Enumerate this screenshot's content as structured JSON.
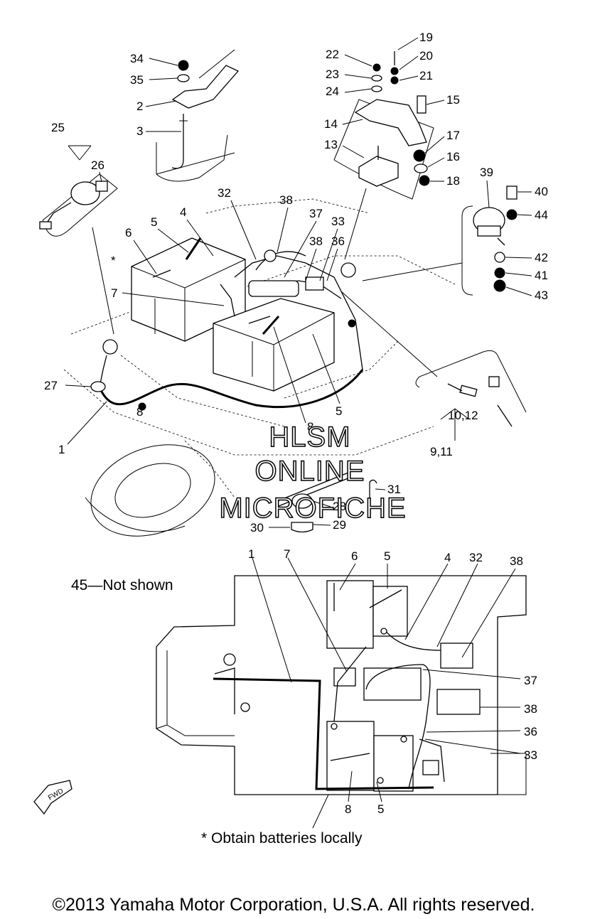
{
  "callouts": [
    {
      "id": "34",
      "text": "34"
    },
    {
      "id": "35",
      "text": "35"
    },
    {
      "id": "2",
      "text": "2"
    },
    {
      "id": "3",
      "text": "3"
    },
    {
      "id": "25",
      "text": "25"
    },
    {
      "id": "26",
      "text": "26"
    },
    {
      "id": "32",
      "text": "32"
    },
    {
      "id": "4",
      "text": "4"
    },
    {
      "id": "38a",
      "text": "38"
    },
    {
      "id": "37a",
      "text": "37"
    },
    {
      "id": "33a",
      "text": "33"
    },
    {
      "id": "38b",
      "text": "38"
    },
    {
      "id": "36a",
      "text": "36"
    },
    {
      "id": "6",
      "text": "6"
    },
    {
      "id": "5a",
      "text": "5"
    },
    {
      "id": "star",
      "text": "*"
    },
    {
      "id": "7",
      "text": "7"
    },
    {
      "id": "27",
      "text": "27"
    },
    {
      "id": "8a",
      "text": "8"
    },
    {
      "id": "5b",
      "text": "5"
    },
    {
      "id": "8b",
      "text": "8"
    },
    {
      "id": "1",
      "text": "1"
    },
    {
      "id": "22",
      "text": "22"
    },
    {
      "id": "23",
      "text": "23"
    },
    {
      "id": "24",
      "text": "24"
    },
    {
      "id": "19",
      "text": "19"
    },
    {
      "id": "20",
      "text": "20"
    },
    {
      "id": "21",
      "text": "21"
    },
    {
      "id": "15",
      "text": "15"
    },
    {
      "id": "14",
      "text": "14"
    },
    {
      "id": "17",
      "text": "17"
    },
    {
      "id": "13",
      "text": "13"
    },
    {
      "id": "16",
      "text": "16"
    },
    {
      "id": "18",
      "text": "18"
    },
    {
      "id": "39",
      "text": "39"
    },
    {
      "id": "40",
      "text": "40"
    },
    {
      "id": "44",
      "text": "44"
    },
    {
      "id": "42",
      "text": "42"
    },
    {
      "id": "41",
      "text": "41"
    },
    {
      "id": "43",
      "text": "43"
    },
    {
      "id": "10_12",
      "text": "10,12"
    },
    {
      "id": "9_11",
      "text": "9,11"
    },
    {
      "id": "31",
      "text": "31"
    },
    {
      "id": "28",
      "text": "28"
    },
    {
      "id": "30",
      "text": "30"
    },
    {
      "id": "29",
      "text": "29"
    },
    {
      "id": "b1",
      "text": "1"
    },
    {
      "id": "b7",
      "text": "7"
    },
    {
      "id": "b6",
      "text": "6"
    },
    {
      "id": "b5a",
      "text": "5"
    },
    {
      "id": "b4",
      "text": "4"
    },
    {
      "id": "b32",
      "text": "32"
    },
    {
      "id": "b38a",
      "text": "38"
    },
    {
      "id": "b37",
      "text": "37"
    },
    {
      "id": "b38b",
      "text": "38"
    },
    {
      "id": "b36",
      "text": "36"
    },
    {
      "id": "b33",
      "text": "33"
    },
    {
      "id": "b8",
      "text": "8"
    },
    {
      "id": "b5b",
      "text": "5"
    }
  ],
  "notes": {
    "not_shown": "45—Not shown",
    "batteries": "*  Obtain batteries locally"
  },
  "watermark": [
    "HLSM",
    "ONLINE",
    "MICROFICHE"
  ],
  "fwd_label": "FWD",
  "copyright": "©2013 Yamaha Motor Corporation, U.S.A. All rights reserved."
}
